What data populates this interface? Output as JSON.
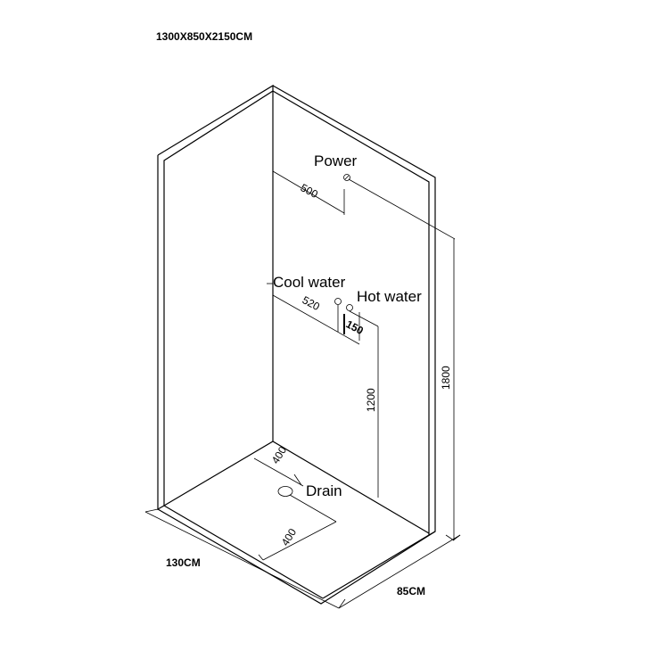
{
  "overall_size": "1300X850X2150CM",
  "width_label": "130CM",
  "depth_label": "85CM",
  "labels": {
    "power": "Power",
    "cool_water": "Cool water",
    "hot_water": "Hot water",
    "drain": "Drain"
  },
  "dimensions": {
    "power_offset": "500",
    "cool_water_offset": "520",
    "hot_cool_spacing": "150",
    "water_height": "1200",
    "power_height": "1800",
    "drain_from_back": "400",
    "drain_from_side": "400"
  }
}
